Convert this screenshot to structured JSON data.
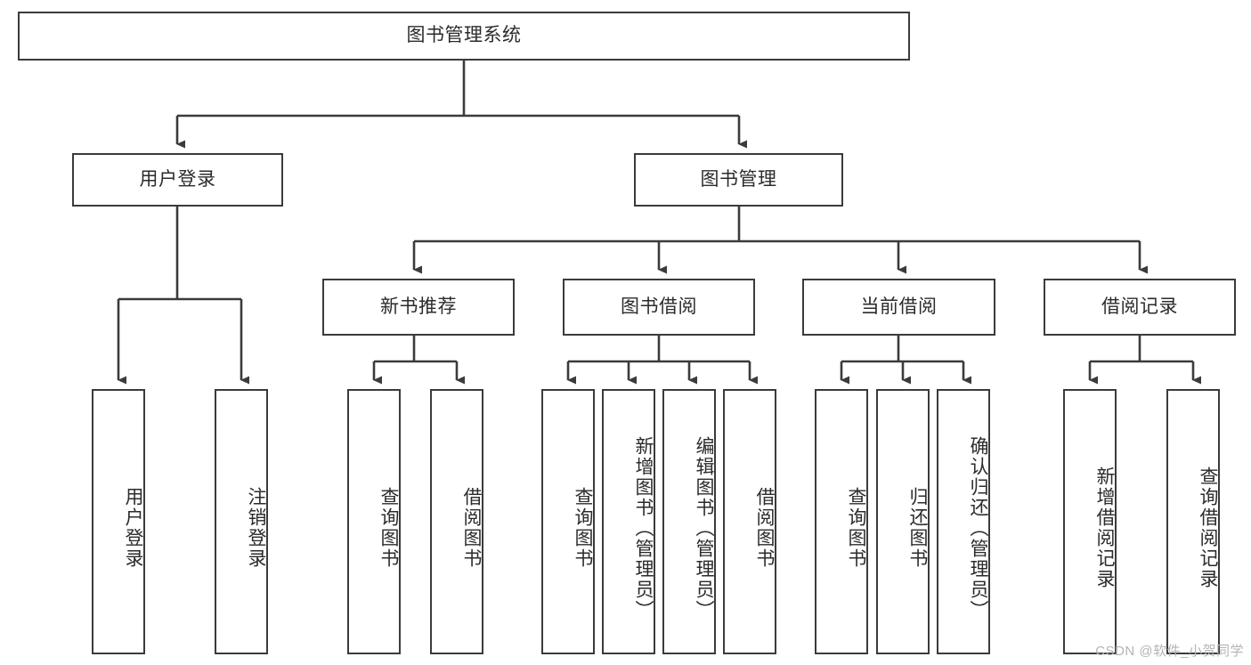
{
  "diagram": {
    "type": "tree-hierarchy",
    "title": "图书管理系统",
    "orientation": "top-down",
    "colors": {
      "border": "#3b3b3b",
      "text": "#2b2b2b",
      "background": "#ffffff",
      "edge": "#3b3b3b",
      "watermark": "#b4b4b4"
    },
    "watermark": "CSDN @软件_小贺同学",
    "nodes": {
      "root": {
        "label": "图书管理系统",
        "level": 0,
        "text_direction": "horizontal"
      },
      "level1": [
        {
          "id": "user-login",
          "label": "用户登录",
          "text_direction": "horizontal"
        },
        {
          "id": "book-management",
          "label": "图书管理",
          "text_direction": "horizontal"
        }
      ],
      "level2": [
        {
          "id": "new-book-recommend",
          "label": "新书推荐",
          "parent": "book-management",
          "text_direction": "horizontal"
        },
        {
          "id": "book-borrow",
          "label": "图书借阅",
          "parent": "book-management",
          "text_direction": "horizontal"
        },
        {
          "id": "current-borrow",
          "label": "当前借阅",
          "parent": "book-management",
          "text_direction": "horizontal"
        },
        {
          "id": "borrow-record",
          "label": "借阅记录",
          "parent": "book-management",
          "text_direction": "horizontal"
        }
      ],
      "leaves": [
        {
          "id": "leaf-user-login",
          "label": "用户登录",
          "parent": "user-login",
          "text_direction": "vertical"
        },
        {
          "id": "leaf-logout-login",
          "label": "注销登录",
          "parent": "user-login",
          "text_direction": "vertical"
        },
        {
          "id": "leaf-query-book-1",
          "label": "查询图书",
          "parent": "new-book-recommend",
          "text_direction": "vertical"
        },
        {
          "id": "leaf-borrow-book-1",
          "label": "借阅图书",
          "parent": "new-book-recommend",
          "text_direction": "vertical"
        },
        {
          "id": "leaf-query-book-2",
          "label": "查询图书",
          "parent": "book-borrow",
          "text_direction": "vertical"
        },
        {
          "id": "leaf-add-book",
          "label": "新增图书（管理员）",
          "parent": "book-borrow",
          "text_direction": "vertical"
        },
        {
          "id": "leaf-edit-book",
          "label": "编辑图书（管理员）",
          "parent": "book-borrow",
          "text_direction": "vertical"
        },
        {
          "id": "leaf-borrow-book-2",
          "label": "借阅图书",
          "parent": "book-borrow",
          "text_direction": "vertical"
        },
        {
          "id": "leaf-query-book-3",
          "label": "查询图书",
          "parent": "current-borrow",
          "text_direction": "vertical"
        },
        {
          "id": "leaf-return-book",
          "label": "归还图书",
          "parent": "current-borrow",
          "text_direction": "vertical"
        },
        {
          "id": "leaf-confirm-return",
          "label": "确认归还（管理员）",
          "parent": "current-borrow",
          "text_direction": "vertical"
        },
        {
          "id": "leaf-add-record",
          "label": "新增借阅记录",
          "parent": "borrow-record",
          "text_direction": "vertical"
        },
        {
          "id": "leaf-query-record",
          "label": "查询借阅记录",
          "parent": "borrow-record",
          "text_direction": "vertical"
        }
      ]
    }
  }
}
